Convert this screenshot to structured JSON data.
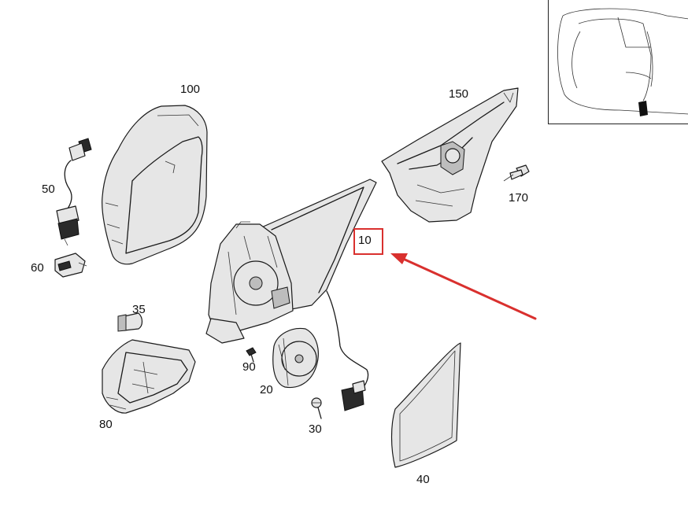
{
  "part_labels": {
    "p100": "100",
    "p150": "150",
    "p50": "50",
    "p170": "170",
    "p60": "60",
    "p10": "10",
    "p35": "35",
    "p90": "90",
    "p20": "20",
    "p80": "80",
    "p30": "30",
    "p40": "40"
  },
  "colors": {
    "highlight": "#d9302e",
    "arrow": "#d9302e",
    "line": "#1a1a1a"
  },
  "icons": {
    "car_locator": "car-top-view-icon"
  }
}
